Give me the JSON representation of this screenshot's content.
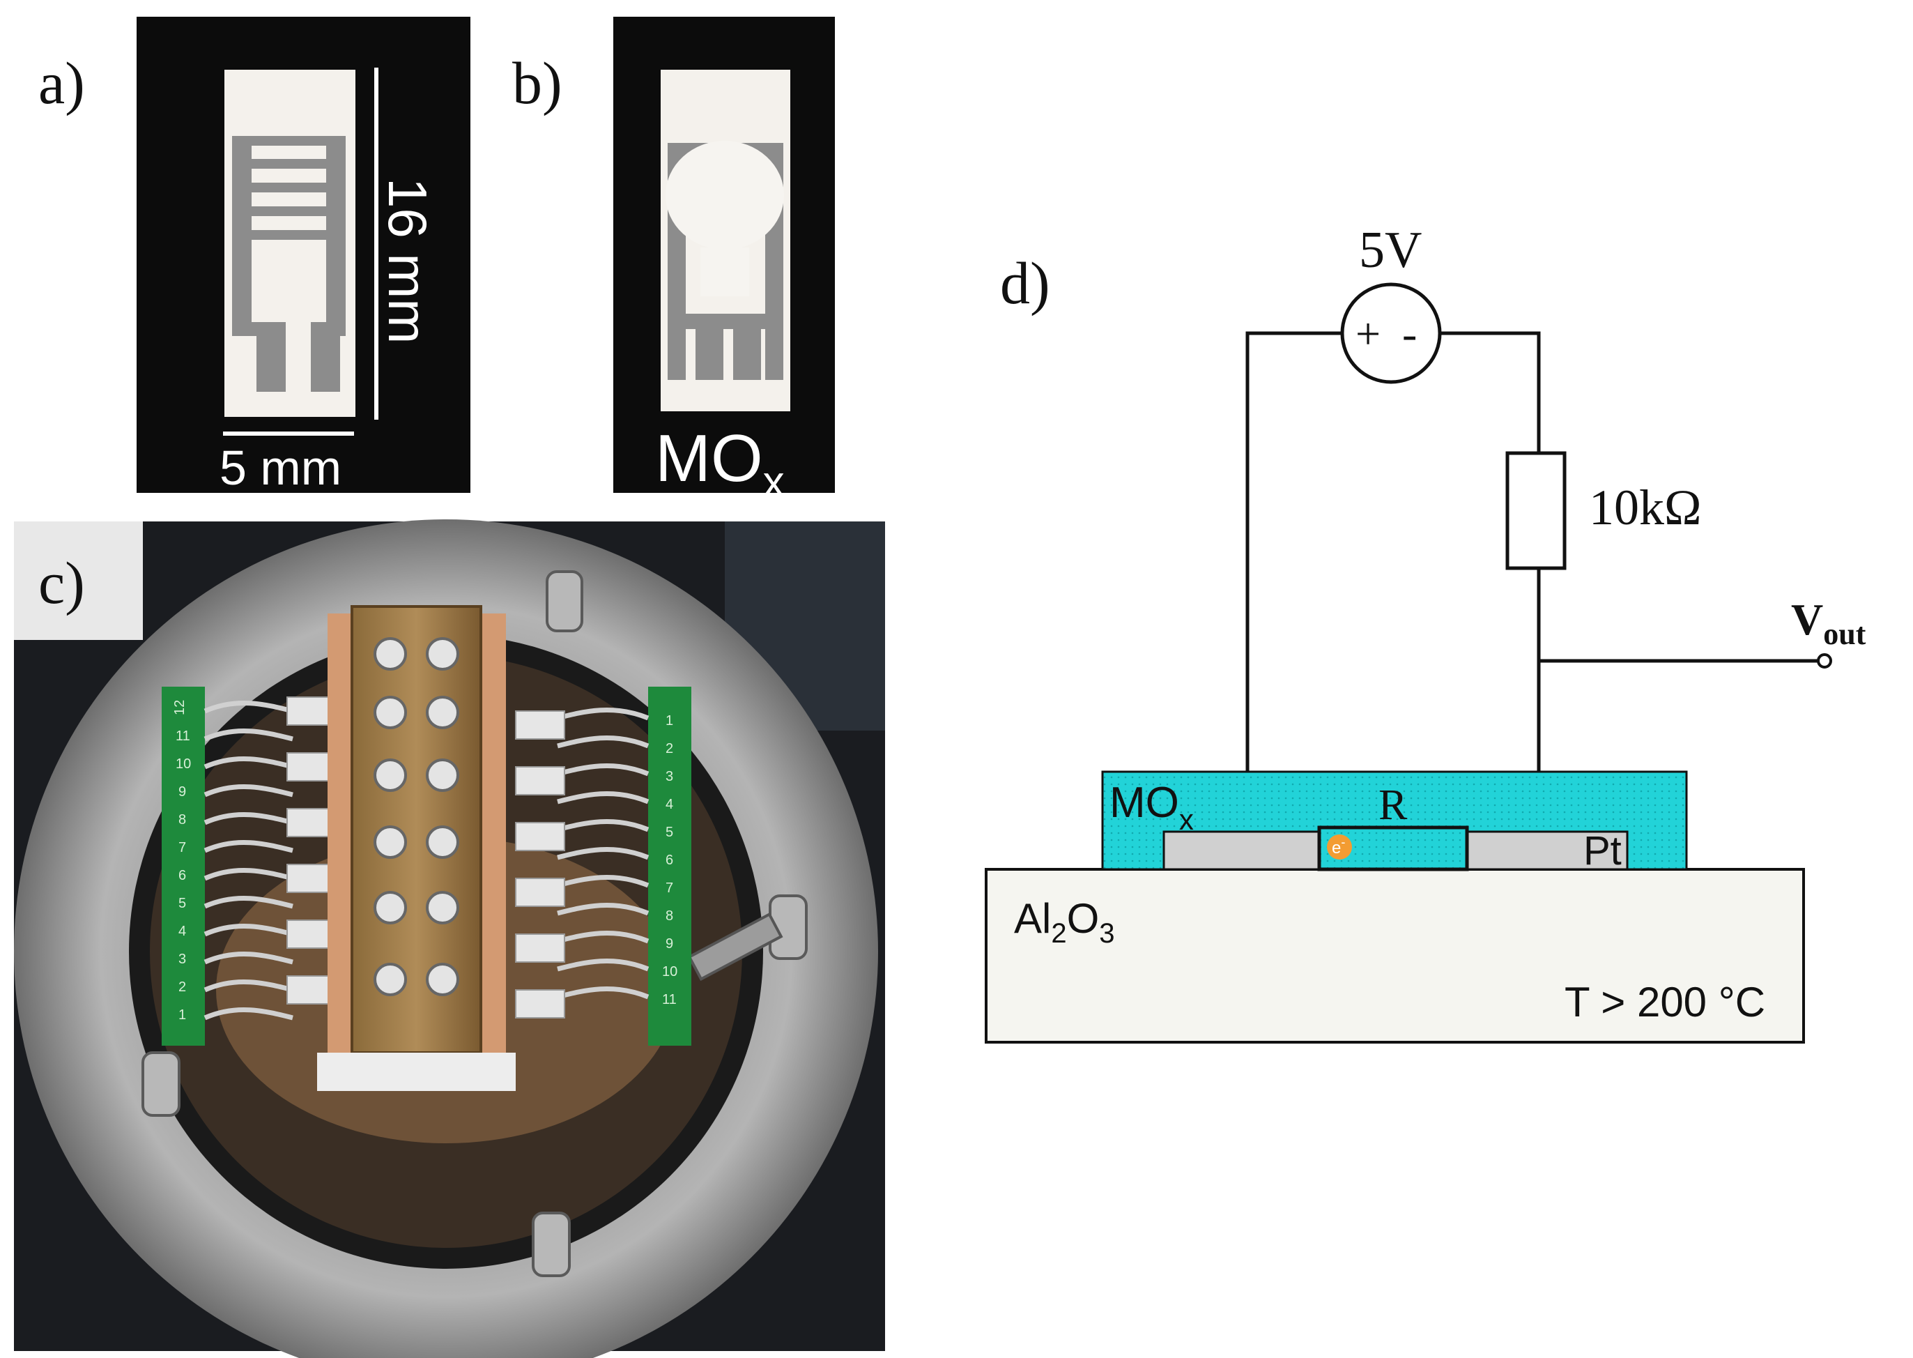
{
  "panels": {
    "a": {
      "label": "a)",
      "length_label": "16 mm",
      "width_label": "5 mm"
    },
    "b": {
      "label": "b)",
      "material_base": "MO",
      "material_sub": "x"
    },
    "c": {
      "label": "c)",
      "left_strip_numbers": [
        "12",
        "11",
        "10",
        "9",
        "8",
        "7",
        "6",
        "5",
        "4",
        "3",
        "2",
        "1"
      ],
      "right_strip_numbers": [
        "1",
        "2",
        "3",
        "4",
        "5",
        "6",
        "7",
        "8",
        "9",
        "10",
        "11"
      ]
    },
    "d": {
      "label": "d)",
      "source_voltage": "5V",
      "source_plus": "+",
      "source_minus": "-",
      "resistor_value": "10kΩ",
      "output_base": "V",
      "output_sub": "out",
      "mox_base": "MO",
      "mox_sub": "x",
      "sensor_resistance": "R",
      "electron_base": "e",
      "electron_sup": "-",
      "electrode": "Pt",
      "substrate_p1": "Al",
      "substrate_s1": "2",
      "substrate_p2": "O",
      "substrate_s2": "3",
      "temperature": "T > 200 °C"
    }
  },
  "colors": {
    "mox_layer": "#22d3d8",
    "pt_electrode": "#d0d0d0",
    "substrate": "#f5f5f0",
    "electron": "#f39c32",
    "pcb_green": "#1e8a3c",
    "photo_background": "#0c0c0c"
  }
}
